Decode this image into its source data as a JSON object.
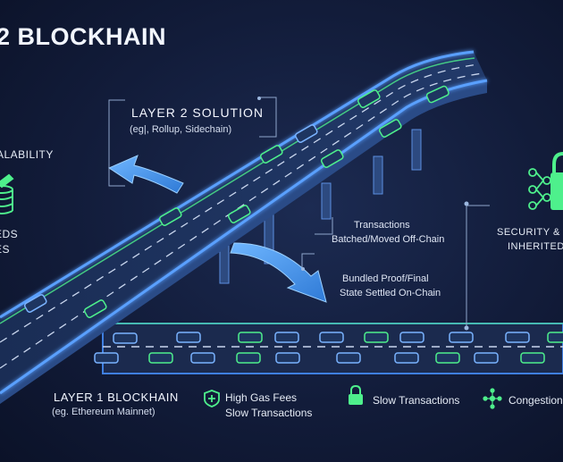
{
  "title": "2 BLOCKHAIN",
  "layer2": {
    "title": "LAYER 2 SOLUTION",
    "subtitle": "(eg|, Rollup, Sidechain)"
  },
  "left": {
    "scalability": "ALABILITY",
    "speeds": "EDS",
    "fees": "ES"
  },
  "callouts": {
    "transactions_line1": "Transactions",
    "transactions_line2": "Batched/Moved Off-Chain",
    "proof_line1": "Bundled Proof/Final",
    "proof_line2": "State Settled On-Chain"
  },
  "security": {
    "line1": "SECURITY & I",
    "line2": "INHERITED"
  },
  "layer1": {
    "title": "LAYER 1 BLOCKHAIN",
    "subtitle": "(eg. Ethereum Mainnet)"
  },
  "issues": {
    "gas_line1": "High Gas Fees",
    "gas_line2": "Slow Transactions",
    "slow": "Slow Transactions",
    "congestion": "Congestion"
  },
  "colors": {
    "accent_blue": "#4a8fff",
    "accent_green": "#4ef08c",
    "background": "#121c3a"
  },
  "icons": [
    "stack-coins-icon",
    "shield-plus-icon",
    "lock-icon",
    "network-icon",
    "padlock-icon",
    "node-graph-icon"
  ]
}
